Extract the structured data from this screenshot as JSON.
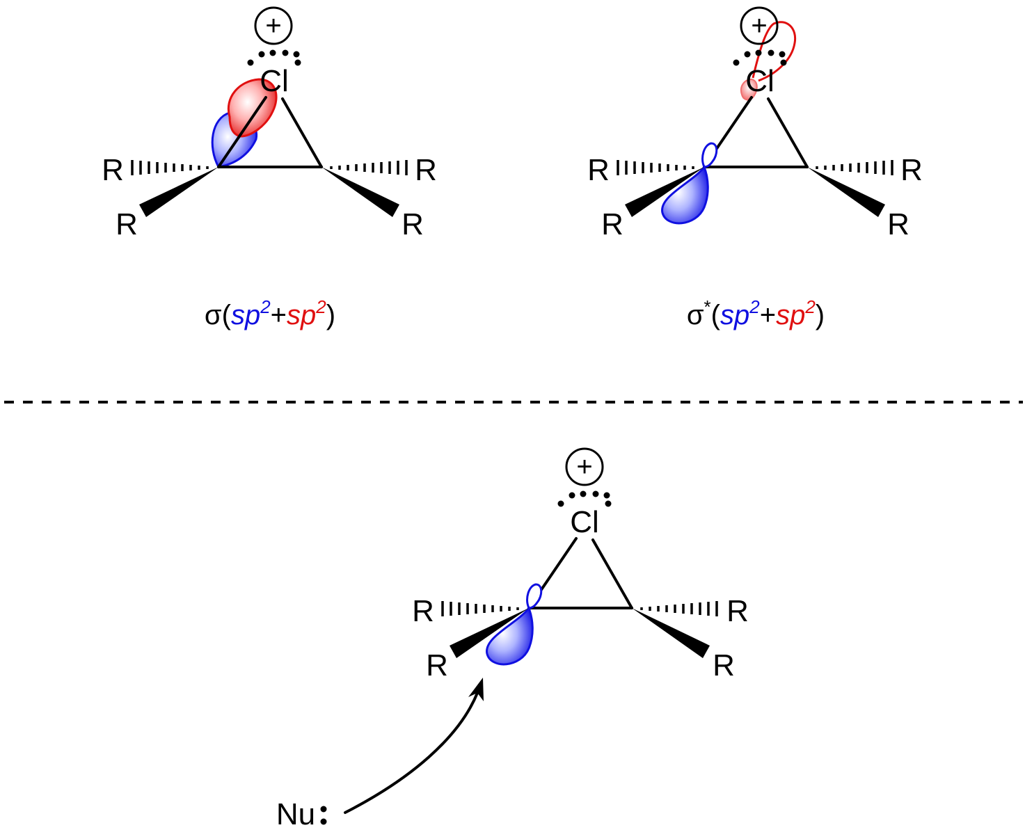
{
  "colors": {
    "ink": "#000000",
    "orbital_blue": "#1010e0",
    "orbital_red": "#e01010",
    "background": "#ffffff"
  },
  "panels": {
    "sigma": {
      "atoms": {
        "chlorine": "Cl",
        "charge": "+",
        "substituent": "R"
      },
      "caption": {
        "prefix": "σ",
        "open": "(",
        "term1": "sp",
        "exp1": "2",
        "plus": "+",
        "term2": "sp",
        "exp2": "2",
        "close": ")"
      }
    },
    "sigma_star": {
      "atoms": {
        "chlorine": "Cl",
        "charge": "+",
        "substituent": "R"
      },
      "caption": {
        "prefix": "σ",
        "star": "*",
        "open": "(",
        "term1": "sp",
        "exp1": "2",
        "plus": "+",
        "term2": "sp",
        "exp2": "2",
        "close": ")"
      }
    },
    "attack": {
      "atoms": {
        "chlorine": "Cl",
        "charge": "+",
        "substituent": "R"
      },
      "nucleophile": "Nu"
    }
  }
}
